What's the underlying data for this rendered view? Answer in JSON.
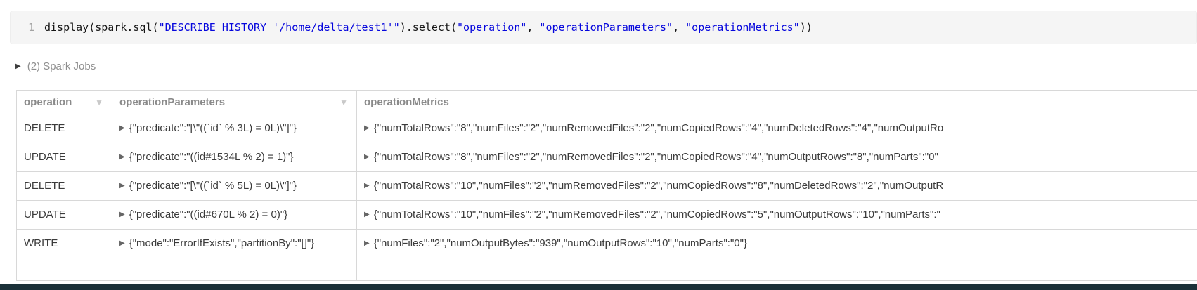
{
  "code_cell": {
    "line_number": "1",
    "tokens": [
      {
        "t": "plain",
        "v": "display(spark.sql("
      },
      {
        "t": "string",
        "v": "\"DESCRIBE HISTORY '/home/delta/test1'\""
      },
      {
        "t": "plain",
        "v": ").select("
      },
      {
        "t": "string",
        "v": "\"operation\""
      },
      {
        "t": "plain",
        "v": ", "
      },
      {
        "t": "string",
        "v": "\"operationParameters\""
      },
      {
        "t": "plain",
        "v": ", "
      },
      {
        "t": "string",
        "v": "\"operationMetrics\""
      },
      {
        "t": "plain",
        "v": "))"
      }
    ]
  },
  "spark_jobs": {
    "label": "(2) Spark Jobs"
  },
  "icons": {
    "collapsed_caret": "▶",
    "sort_dropdown": "▼",
    "cell_expander": "▶"
  },
  "table": {
    "columns": [
      {
        "label": "operation",
        "sortable": true
      },
      {
        "label": "operationParameters",
        "sortable": true
      },
      {
        "label": "operationMetrics",
        "sortable": false
      }
    ],
    "rows": [
      {
        "operation": "DELETE",
        "operationParameters": "{\"predicate\":\"[\\\"((`id` % 3L) = 0L)\\\"]\"}",
        "operationMetrics": "{\"numTotalRows\":\"8\",\"numFiles\":\"2\",\"numRemovedFiles\":\"2\",\"numCopiedRows\":\"4\",\"numDeletedRows\":\"4\",\"numOutputRo"
      },
      {
        "operation": "UPDATE",
        "operationParameters": "{\"predicate\":\"((id#1534L % 2) = 1)\"}",
        "operationMetrics": "{\"numTotalRows\":\"8\",\"numFiles\":\"2\",\"numRemovedFiles\":\"2\",\"numCopiedRows\":\"4\",\"numOutputRows\":\"8\",\"numParts\":\"0\""
      },
      {
        "operation": "DELETE",
        "operationParameters": "{\"predicate\":\"[\\\"((`id` % 5L) = 0L)\\\"]\"}",
        "operationMetrics": "{\"numTotalRows\":\"10\",\"numFiles\":\"2\",\"numRemovedFiles\":\"2\",\"numCopiedRows\":\"8\",\"numDeletedRows\":\"2\",\"numOutputR"
      },
      {
        "operation": "UPDATE",
        "operationParameters": "{\"predicate\":\"((id#670L % 2) = 0)\"}",
        "operationMetrics": "{\"numTotalRows\":\"10\",\"numFiles\":\"2\",\"numRemovedFiles\":\"2\",\"numCopiedRows\":\"5\",\"numOutputRows\":\"10\",\"numParts\":\""
      },
      {
        "operation": "WRITE",
        "operationParameters": "{\"mode\":\"ErrorIfExists\",\"partitionBy\":\"[]\"}",
        "operationMetrics": "{\"numFiles\":\"2\",\"numOutputBytes\":\"939\",\"numOutputRows\":\"10\",\"numParts\":\"0\"}"
      }
    ]
  },
  "colors": {
    "code_string": "#0606dd",
    "code_plain": "#151515",
    "code_cell_bg": "#f5f5f5",
    "header_text": "#8a8a8a",
    "cell_text": "#3b3b3b",
    "table_border": "#d8d8d8",
    "bottom_bar": "#1b3139"
  }
}
